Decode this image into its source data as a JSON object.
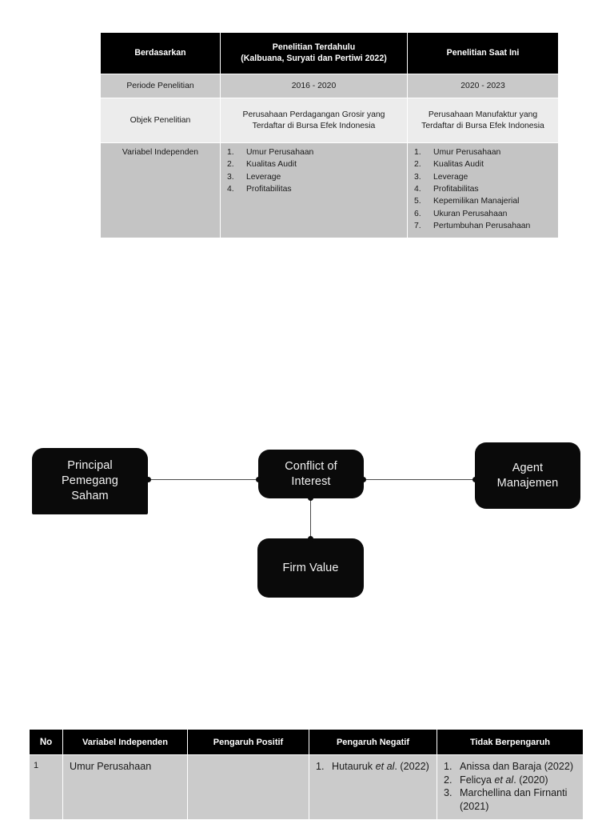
{
  "comparison_table": {
    "name": "Perbandingan Penelitian",
    "headers": [
      {
        "label": "Berdasarkan",
        "sub": ""
      },
      {
        "label": "Penelitian Terdahulu",
        "sub": "(Kalbuana, Suryati dan Pertiwi 2022)"
      },
      {
        "label": "Penelitian Saat Ini",
        "sub": ""
      }
    ],
    "rows": [
      {
        "label": "Periode Penelitian",
        "prior": "2016 - 2020",
        "current": "2020 - 2023",
        "prior_list": [],
        "current_list": []
      },
      {
        "label": "Objek Penelitian",
        "prior": "Perusahaan Perdagangan Grosir yang Terdaftar di Bursa Efek Indonesia",
        "current": "Perusahaan Manufaktur yang Terdaftar di Bursa Efek Indonesia",
        "prior_list": [],
        "current_list": []
      },
      {
        "label": "Variabel Independen",
        "prior": "",
        "current": "",
        "prior_list": [
          "Umur Perusahaan",
          "Kualitas Audit",
          "Leverage",
          "Profitabilitas"
        ],
        "current_list": [
          "Umur Perusahaan",
          "Kualitas Audit",
          "Leverage",
          "Profitabilitas",
          "Kepemilikan Manajerial",
          "Ukuran Perusahaan",
          "Pertumbuhan Perusahaan"
        ]
      }
    ]
  },
  "diagram": {
    "nodes": {
      "principal": "Principal\nPemegang\nSaham",
      "principal_lines": [
        "Principal",
        "Pemegang",
        "Saham"
      ],
      "conflict": "Conflict of\nInterest",
      "conflict_lines": [
        "Conflict of",
        "Interest"
      ],
      "agent": "Agent\nManajemen",
      "agent_lines": [
        "Agent",
        "Manajemen"
      ],
      "firm": "Firm Value",
      "firm_lines": [
        "Firm Value"
      ]
    },
    "node_color": "#0a0a0a",
    "node_text_color": "#f2f2f2",
    "edge_color": "#4a4a4a"
  },
  "research_table": {
    "headers": [
      "No",
      "Variabel Independen",
      "Pengaruh Positif",
      "Pengaruh Negatif",
      "Tidak Berpengaruh"
    ],
    "rows": [
      {
        "no": "1",
        "variable": "Umur Perusahaan",
        "positive": [],
        "negative": [
          {
            "prefix": "Hutauruk ",
            "italic": "et al",
            "suffix": ". (2022)"
          }
        ],
        "none": [
          {
            "prefix": "Anissa dan Baraja (2022)",
            "italic": "",
            "suffix": ""
          },
          {
            "prefix": "Felicya ",
            "italic": "et al",
            "suffix": ". (2020)"
          },
          {
            "prefix": "Marchellina dan Firnanti (2021)",
            "italic": "",
            "suffix": ""
          }
        ]
      }
    ]
  },
  "colors": {
    "header_bg": "#000000",
    "header_text": "#ffffff",
    "row_shade_dark": "#c9c9c9",
    "row_shade_light": "#ececec",
    "page_bg": "#ffffff"
  }
}
